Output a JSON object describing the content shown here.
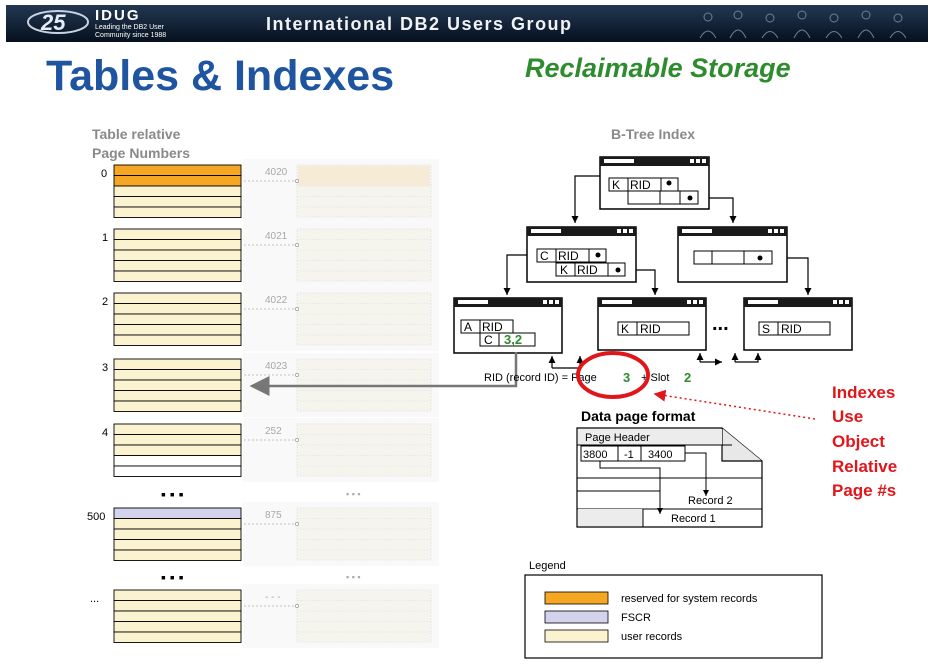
{
  "header": {
    "logo_number": "25",
    "org_short": "IDUG",
    "tagline_1": "Leading the DB2 User",
    "tagline_2": "Community since 1988",
    "org_full": "International DB2 Users Group"
  },
  "title": "Tables & Indexes",
  "subtitle": "Reclaimable Storage",
  "table_pages": {
    "heading_line1": "Table relative",
    "heading_line2": "Page Numbers",
    "pages": [
      {
        "num": "0",
        "object_page": "4020",
        "fill": "reserved"
      },
      {
        "num": "1",
        "object_page": "4021",
        "fill": "user"
      },
      {
        "num": "2",
        "object_page": "4022",
        "fill": "user"
      },
      {
        "num": "3",
        "object_page": "4023",
        "fill": "user"
      },
      {
        "num": "4",
        "object_page": "252",
        "fill": "user"
      },
      {
        "num": "500",
        "object_page": "875",
        "fill": "fscr"
      },
      {
        "num": "...",
        "object_page": "- - -",
        "fill": "user"
      }
    ],
    "ellipsis": "▪ ▪ ▪",
    "mid_ellipsis": "▪ ▪ ▪"
  },
  "btree": {
    "heading": "B-Tree Index",
    "root": {
      "key": "K",
      "rid": "RID"
    },
    "internal_left": [
      {
        "key": "C",
        "rid": "RID"
      },
      {
        "key": "K",
        "rid": "RID"
      }
    ],
    "leaf_a": [
      {
        "key": "A",
        "rid": "RID"
      },
      {
        "key": "C",
        "rid": "3,2"
      }
    ],
    "leaf_k": {
      "key": "K",
      "rid": "RID"
    },
    "leaf_s": {
      "key": "S",
      "rid": "RID"
    },
    "leaf_gap": "..."
  },
  "rid": {
    "label": "RID (record ID) = Page",
    "page_value": "3",
    "slot_label": "+ Slot",
    "slot_value": "2"
  },
  "data_page": {
    "heading": "Data page format",
    "header_label": "Page Header",
    "slots": [
      "3800",
      "-1",
      "3400"
    ],
    "record_2": "Record 2",
    "record_1": "Record 1"
  },
  "callout": [
    "Indexes",
    "Use",
    "Object",
    "Relative",
    "Page #s"
  ],
  "legend": {
    "title": "Legend",
    "items": [
      {
        "label": "reserved for system records",
        "color": "#f5a623"
      },
      {
        "label": "FSCR",
        "color": "#d3d3ee"
      },
      {
        "label": "user records",
        "color": "#fbf3cf"
      }
    ]
  },
  "colors": {
    "title_blue": "#1f55a0",
    "subtitle_green": "#2e8b2e",
    "callout_red": "#e0161a",
    "reserved": "#f5a623",
    "fscr": "#d3d3ee",
    "user": "#fbf3cf"
  }
}
